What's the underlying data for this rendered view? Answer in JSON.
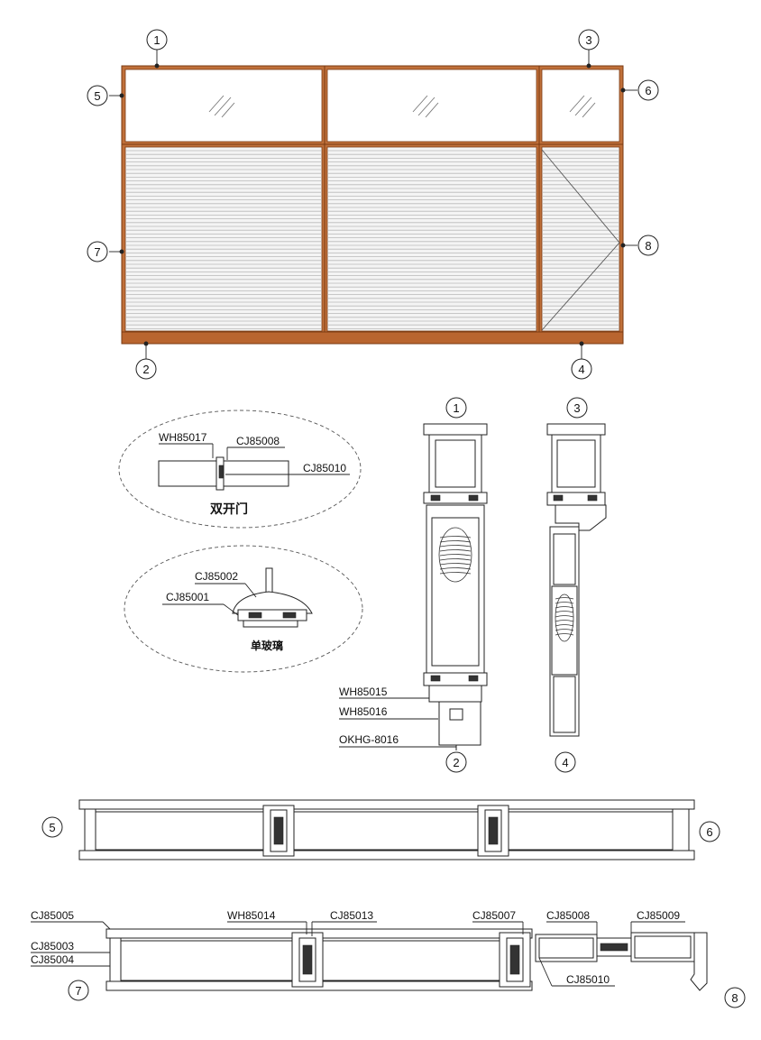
{
  "elevation": {
    "frame_color": "#c0703a",
    "frame_edge_color": "#7a3a12",
    "callouts": [
      "1",
      "2",
      "3",
      "4",
      "5",
      "6",
      "7",
      "8"
    ]
  },
  "details": {
    "double_door": {
      "title": "双开门",
      "labels": [
        "WH85017",
        "CJ85008",
        "CJ85010"
      ]
    },
    "single_glass": {
      "title": "单玻璃",
      "labels": [
        "CJ85002",
        "CJ85001"
      ]
    }
  },
  "vertical_section_1": {
    "top_callout": "1",
    "bottom_callout": "2",
    "labels": [
      "WH85015",
      "WH85016",
      "OKHG-8016"
    ]
  },
  "vertical_section_3": {
    "top_callout": "3",
    "bottom_callout": "4"
  },
  "horizontal_section_5_6": {
    "left_callout": "5",
    "right_callout": "6"
  },
  "horizontal_section_7_8": {
    "left_callout": "7",
    "right_callout": "8",
    "labels": [
      "CJ85005",
      "CJ85003",
      "CJ85004",
      "WH85014",
      "CJ85013",
      "CJ85007",
      "CJ85008",
      "CJ85009",
      "CJ85010"
    ]
  }
}
